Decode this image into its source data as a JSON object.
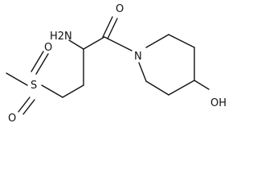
{
  "structure": {
    "atoms": {
      "amine": "H2N",
      "carbonyl_oxygen": "O",
      "ring_nitrogen": "N",
      "hydroxyl": "OH",
      "sulfur": "S",
      "sulfonyl_oxygen_top": "O",
      "sulfonyl_oxygen_bottom": "O"
    }
  }
}
